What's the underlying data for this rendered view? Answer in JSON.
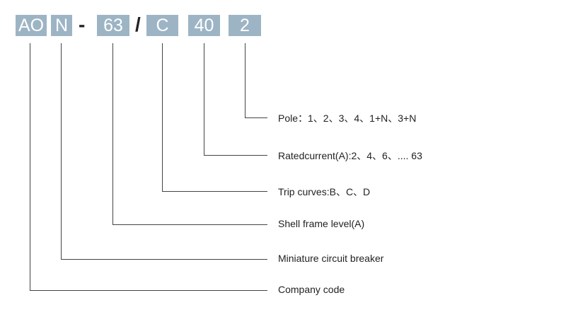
{
  "code_segments": [
    "AO",
    "N",
    "63",
    "C",
    "40",
    "2"
  ],
  "separators": [
    "-",
    "/"
  ],
  "labels": [
    "Pole：1、2、3、4、1+N、3+N",
    "Ratedcurrent(A):2、4、6、.... 63",
    "Trip curves:B、C、D",
    "Shell frame level(A)",
    "Miniature circuit breaker",
    "Company code"
  ],
  "colors": {
    "box": "#9db4c5",
    "line": "#444444",
    "text": "#222222"
  }
}
